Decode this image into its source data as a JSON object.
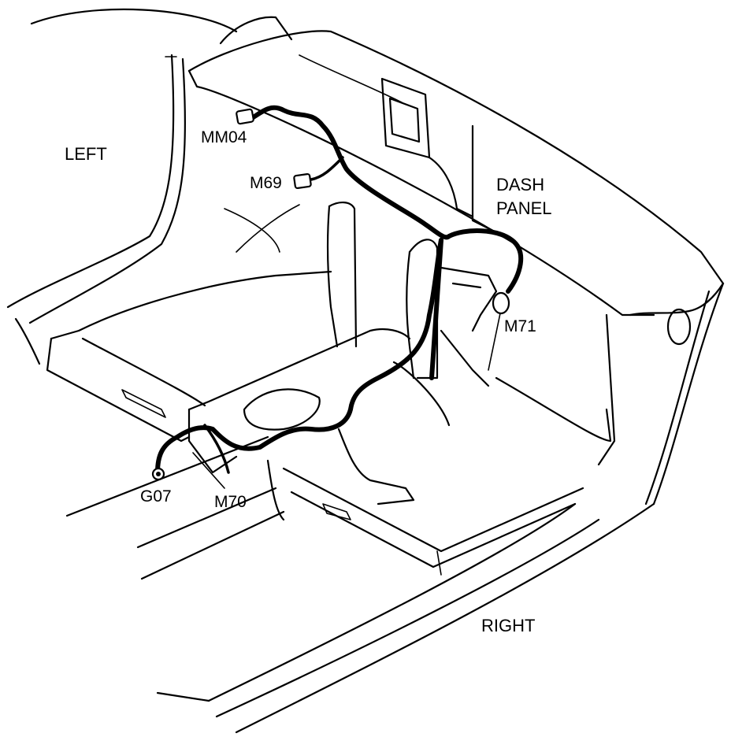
{
  "regions": {
    "left": "LEFT",
    "right": "RIGHT",
    "dash_line1": "DASH",
    "dash_line2": "PANEL"
  },
  "connectors": {
    "mm04": "MM04",
    "m69": "M69",
    "m70": "M70",
    "m71": "M71",
    "g07": "G07"
  }
}
